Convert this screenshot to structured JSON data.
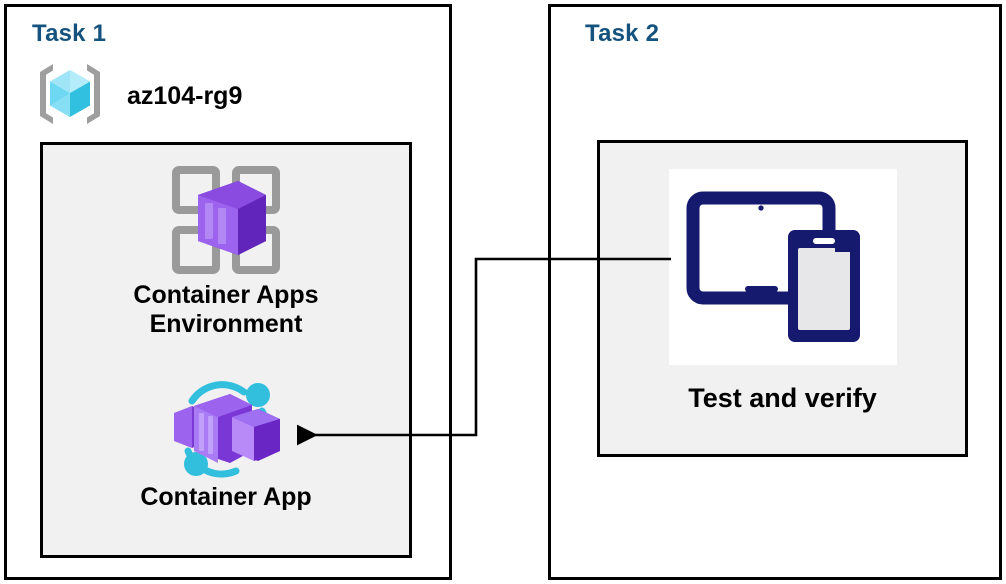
{
  "diagram": {
    "title_color": "#15537E",
    "panel_border_color": "#000000",
    "inner_box_fill": "#f1f1f1",
    "connector_color": "#000000"
  },
  "task1": {
    "title": "Task 1",
    "resource_group": {
      "icon": "azure-resource-group-icon",
      "label": "az104-rg9"
    },
    "items": [
      {
        "icon": "container-apps-environment-icon",
        "label": "Container Apps\nEnvironment"
      },
      {
        "icon": "container-app-icon",
        "label": "Container App"
      }
    ]
  },
  "task2": {
    "title": "Task 2",
    "items": [
      {
        "icon": "test-and-verify-devices-icon",
        "label": "Test and verify"
      }
    ]
  },
  "connector": {
    "name": "arrow-test-to-container-app",
    "from": "Test and verify",
    "to": "Container App",
    "direction": "left"
  }
}
